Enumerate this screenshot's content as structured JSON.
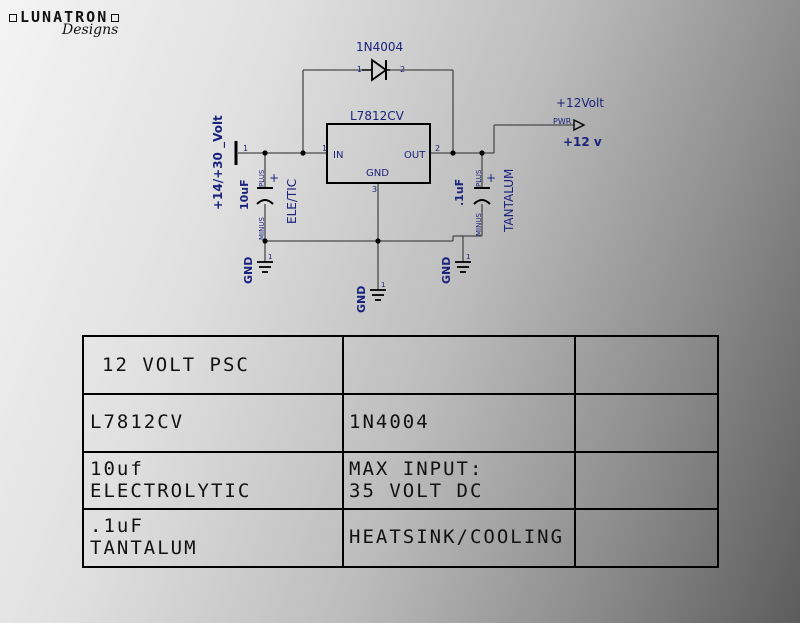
{
  "logo": {
    "name": "LUNATRON",
    "subtitle": "Designs"
  },
  "schematic": {
    "diode": {
      "ref": "1N4004",
      "pin1": "1",
      "pin2": "2"
    },
    "regulator": {
      "ref": "L7812CV",
      "in": "IN",
      "out": "OUT",
      "gnd": "GND",
      "pin1": "1",
      "pin2": "2",
      "pin3": "3"
    },
    "input": {
      "label": "+14/+30 _Volt",
      "pin": "1"
    },
    "output": {
      "net": "+12Volt",
      "port": "PWR",
      "label": "+12 v"
    },
    "cap1": {
      "value": "10uF",
      "type": "ELE/TIC",
      "plus": "PLUS",
      "minus": "MINUS",
      "sign": "+"
    },
    "cap2": {
      "value": ".1uF",
      "type": "TANTALUM",
      "plus": "PLUS",
      "minus": "MINUS",
      "sign": "+"
    },
    "ground": {
      "label": "GND",
      "pin": "1"
    }
  },
  "title_block": {
    "rows": [
      [
        "12 VOLT PSC",
        "",
        ""
      ],
      [
        "L7812CV",
        "1N4004",
        ""
      ],
      [
        "10uf\nELECTROLYTIC",
        "MAX INPUT:\n35 VOLT DC",
        ""
      ],
      [
        ".1uF\nTANTALUM",
        "HEATSINK/COOLING",
        ""
      ]
    ]
  },
  "colors": {
    "wire": "#4a4a4a",
    "label": "#1a237e",
    "component": "#000000"
  }
}
